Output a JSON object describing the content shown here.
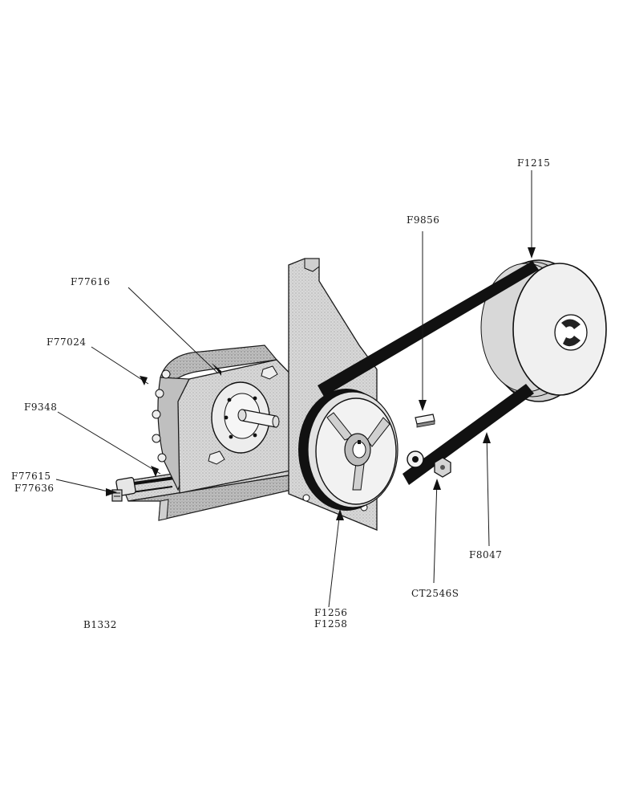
{
  "figure_id": "B1332",
  "part_labels": {
    "pulley_large": "F1215",
    "key": "F9856",
    "gear_box": "F77616",
    "cover_bolts": "F77024",
    "bracket_rod": "F9348",
    "rod_fitting_1": "F77615",
    "rod_fitting_2": "F77636",
    "pulley_small_1": "F1256",
    "pulley_small_2": "F1258",
    "idler_nut": "CT2546S",
    "v_belt": "F8047"
  },
  "colors": {
    "ink": "#1a1a1a",
    "plate": "#d4d4d4",
    "plate_dark": "#b8b8b8",
    "pulley_face": "#ececec",
    "belt": "#111111"
  }
}
